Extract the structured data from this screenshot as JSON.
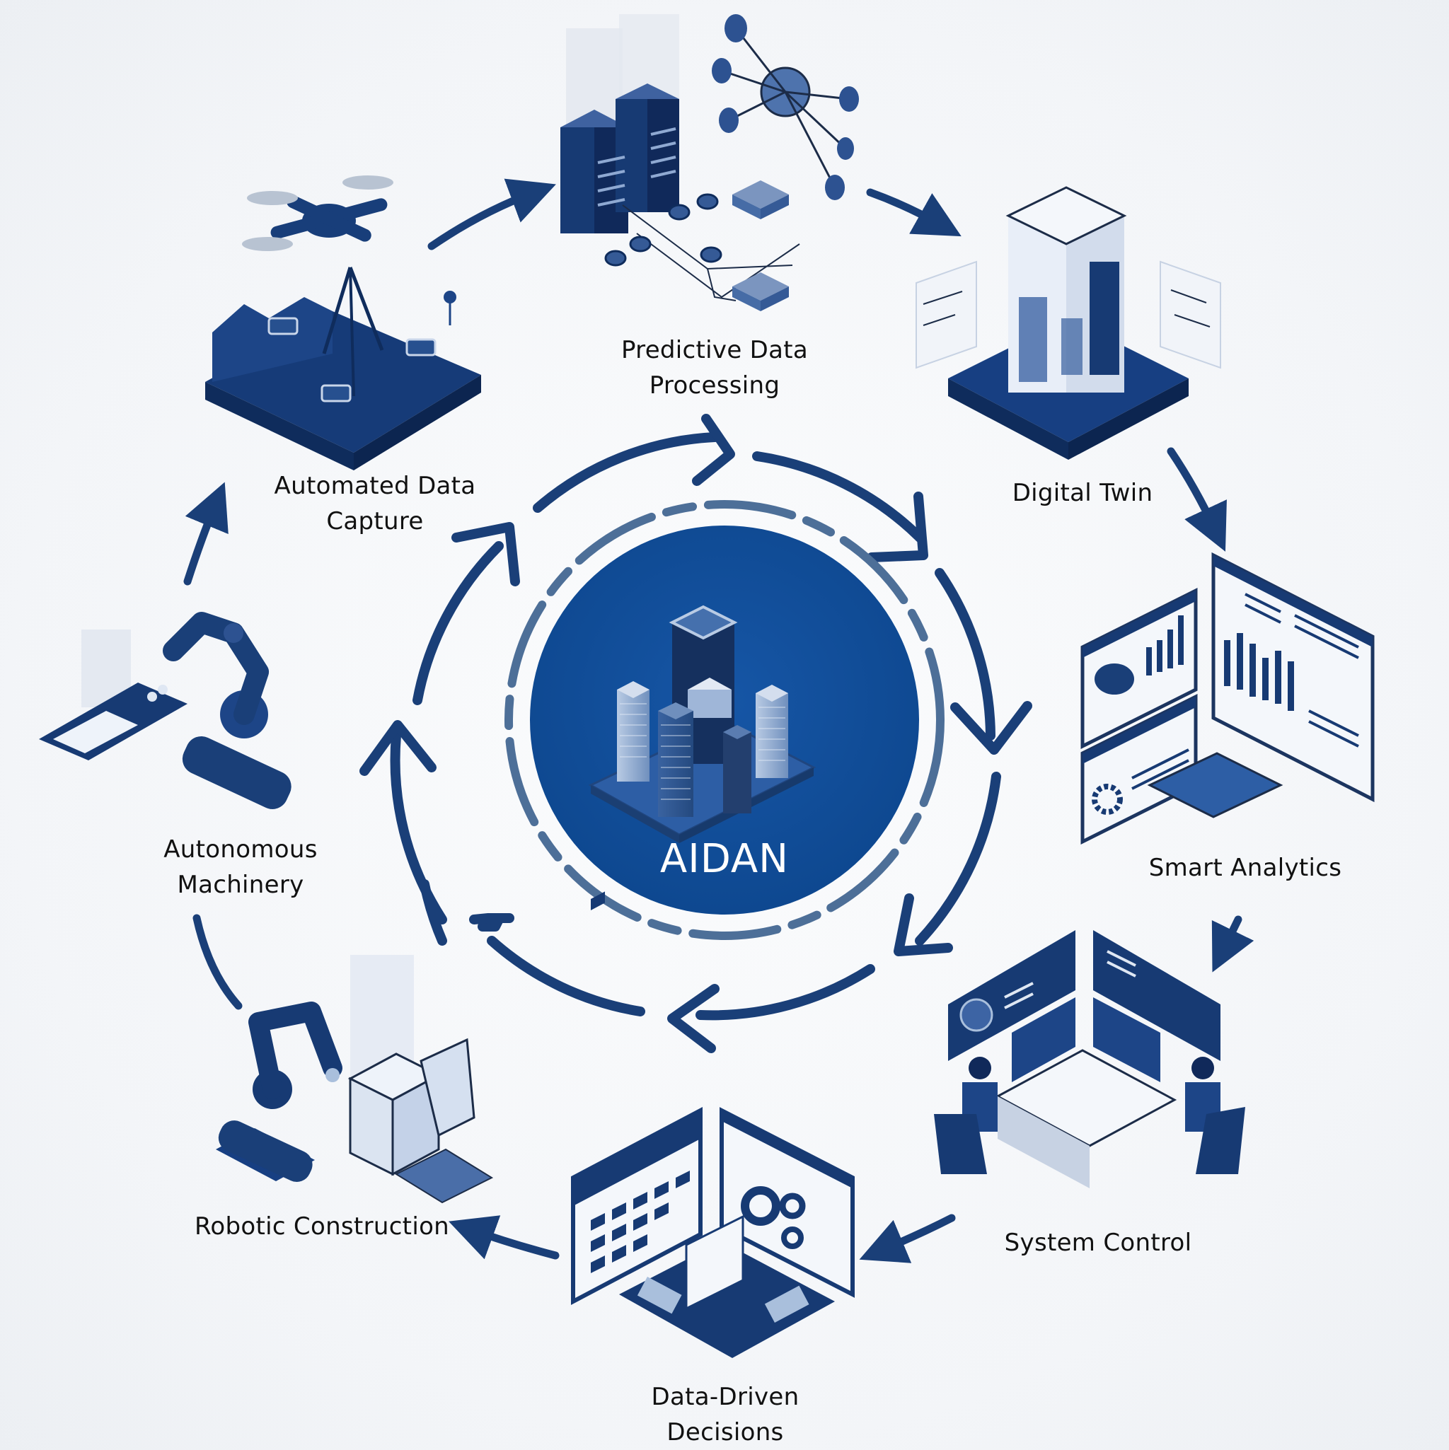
{
  "diagram": {
    "type": "circular process cycle",
    "center": {
      "title": "AIDAN",
      "icon": "city-buildings-icon"
    },
    "nodes": [
      {
        "id": "automated-data-capture",
        "label_lines": [
          "Automated Data",
          "Capture"
        ],
        "icon": "drone-survey-icon"
      },
      {
        "id": "predictive-data-processing",
        "label_lines": [
          "Predictive Data",
          "Processing"
        ],
        "icon": "server-network-icon"
      },
      {
        "id": "digital-twin",
        "label_lines": [
          "Digital Twin"
        ],
        "icon": "building-model-icon"
      },
      {
        "id": "smart-analytics",
        "label_lines": [
          "Smart Analytics"
        ],
        "icon": "dashboard-charts-icon"
      },
      {
        "id": "system-control",
        "label_lines": [
          "System Control"
        ],
        "icon": "control-room-icon"
      },
      {
        "id": "data-driven-decisions",
        "label_lines": [
          "Data-Driven",
          "Decisions"
        ],
        "icon": "calendar-planning-icon"
      },
      {
        "id": "robotic-construction",
        "label_lines": [
          "Robotic Construction"
        ],
        "icon": "robot-arm-building-icon"
      },
      {
        "id": "autonomous-machinery",
        "label_lines": [
          "Autonomous",
          "Machinery"
        ],
        "icon": "robot-arm-tablet-icon"
      }
    ],
    "edges": [
      {
        "from": "automated-data-capture",
        "to": "predictive-data-processing"
      },
      {
        "from": "predictive-data-processing",
        "to": "digital-twin"
      },
      {
        "from": "digital-twin",
        "to": "smart-analytics"
      },
      {
        "from": "smart-analytics",
        "to": "system-control"
      },
      {
        "from": "system-control",
        "to": "data-driven-decisions"
      },
      {
        "from": "data-driven-decisions",
        "to": "robotic-construction"
      },
      {
        "from": "robotic-construction",
        "to": "autonomous-machinery"
      },
      {
        "from": "autonomous-machinery",
        "to": "automated-data-capture"
      }
    ],
    "inner_ring": {
      "direction": "clockwise",
      "arrow_count": 8
    }
  },
  "colors": {
    "primary_navy": "#1a3f78",
    "hub_blue": "#0f4c99",
    "ring_gray_blue": "#4d6f98",
    "light_blue": "#a9bfdc",
    "text": "#111111",
    "background": "#f4f6f9"
  }
}
